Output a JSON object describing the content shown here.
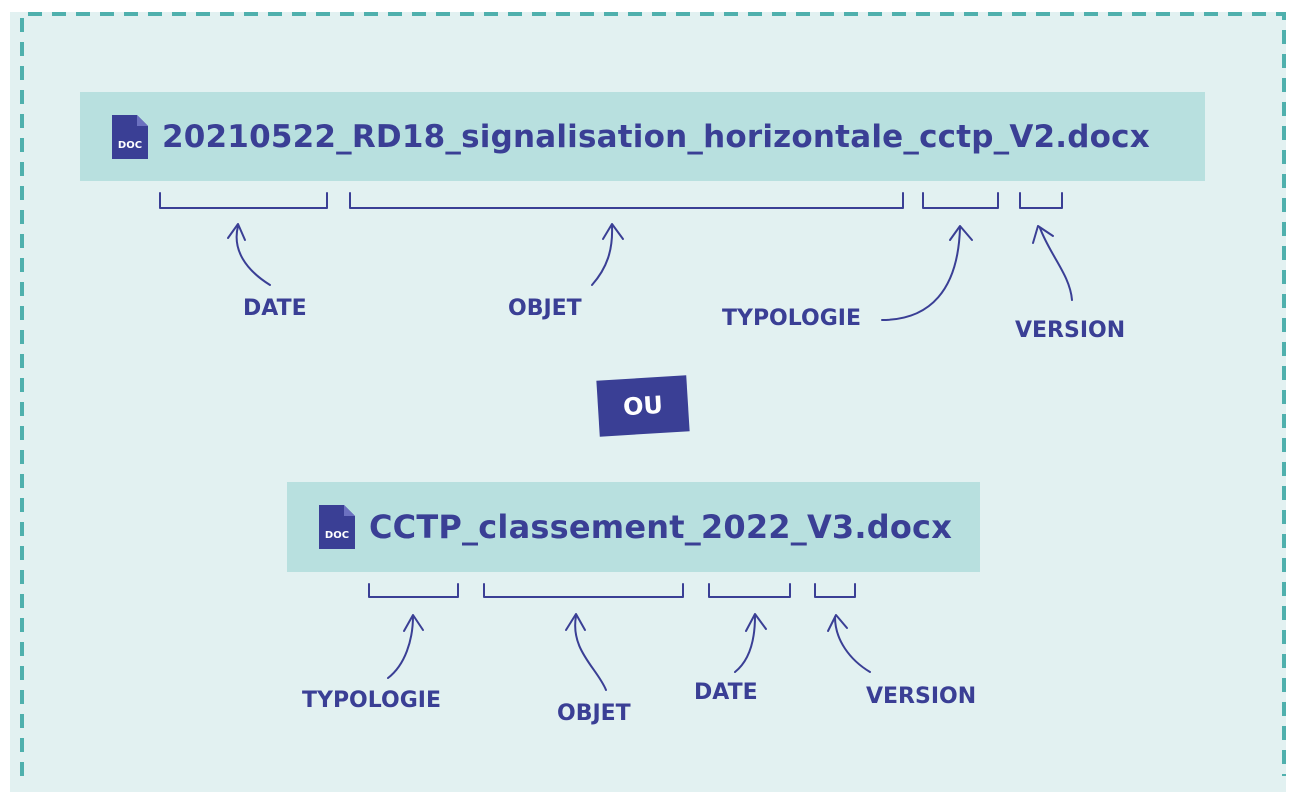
{
  "example1": {
    "filename": "20210522_RD18_signalisation_horizontale_cctp_V2.docx",
    "icon_text": "DOC",
    "labels": {
      "date": "DATE",
      "objet": "OBJET",
      "typologie": "TYPOLOGIE",
      "version": "VERSION"
    }
  },
  "separator": "OU",
  "example2": {
    "filename": "CCTP_classement_2022_V3.docx",
    "icon_text": "DOC",
    "labels": {
      "typologie": "TYPOLOGIE",
      "objet": "OBJET",
      "date": "DATE",
      "version": "VERSION"
    }
  },
  "colors": {
    "accent": "#3a3f95",
    "bar": "#b8e0df",
    "background": "#e2f1f1",
    "dash": "#4fb0ad"
  }
}
